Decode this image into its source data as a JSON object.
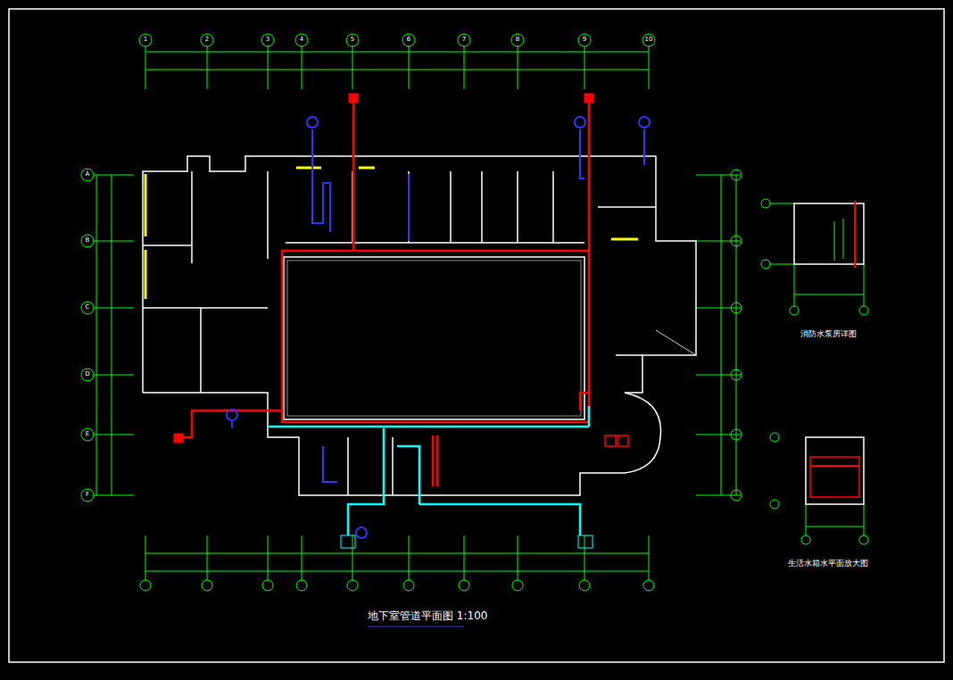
{
  "diagram": {
    "title": "地下室管道平面图 1:100",
    "labels": [
      "消防水泵房详图",
      "生活水箱水平面放大图",
      "1",
      "2",
      "3",
      "4",
      "5",
      "6",
      "7",
      "8",
      "9",
      "10",
      "A",
      "B",
      "C",
      "D",
      "E",
      "F"
    ]
  }
}
